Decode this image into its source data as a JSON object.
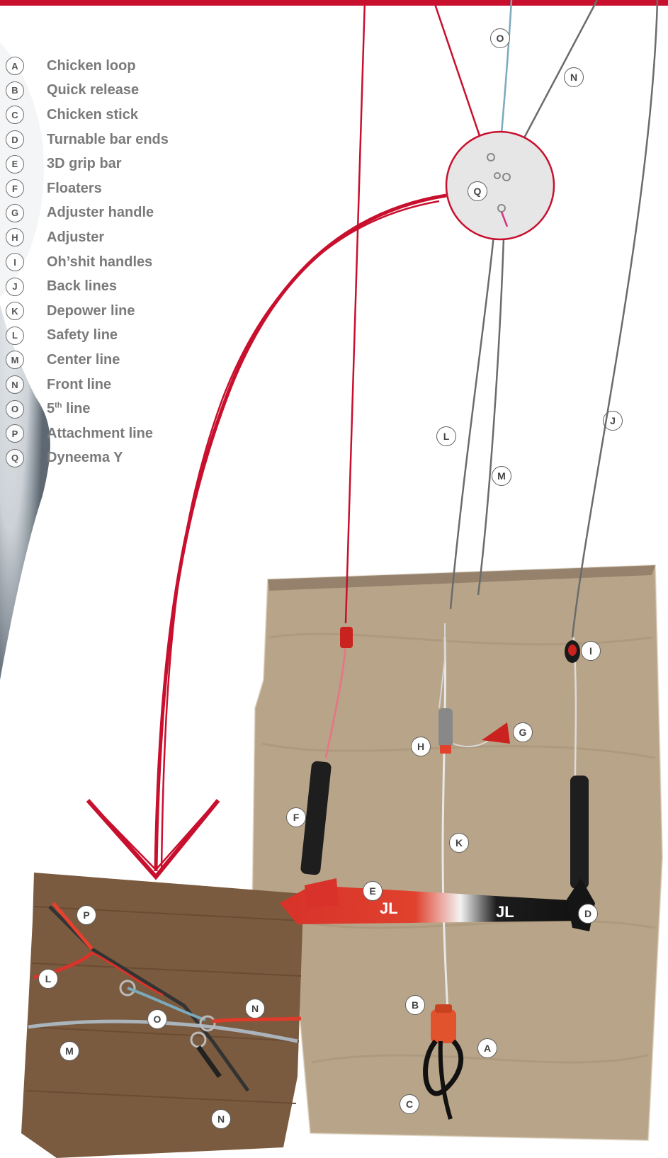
{
  "legend": [
    {
      "letter": "A",
      "label": "Chicken loop"
    },
    {
      "letter": "B",
      "label": "Quick release"
    },
    {
      "letter": "C",
      "label": "Chicken stick"
    },
    {
      "letter": "D",
      "label": "Turnable bar ends"
    },
    {
      "letter": "E",
      "label": "3D grip bar"
    },
    {
      "letter": "F",
      "label": "Floaters"
    },
    {
      "letter": "G",
      "label": "Adjuster handle"
    },
    {
      "letter": "H",
      "label": "Adjuster"
    },
    {
      "letter": "I",
      "label": "Oh’shit handles"
    },
    {
      "letter": "J",
      "label": "Back lines"
    },
    {
      "letter": "K",
      "label": "Depower line"
    },
    {
      "letter": "L",
      "label": "Safety line"
    },
    {
      "letter": "M",
      "label": "Center line"
    },
    {
      "letter": "N",
      "label": "Front line"
    },
    {
      "letter": "O",
      "label": "5",
      "sup": "th",
      "suffix": " line"
    },
    {
      "letter": "P",
      "label": "Attachment line"
    },
    {
      "letter": "Q",
      "label": "Dyneema Y"
    }
  ],
  "markers": {
    "O_top": "O",
    "N_top": "N",
    "Q_circle": "Q",
    "L_mid": "L",
    "M_mid": "M",
    "J_mid": "J",
    "I_bar": "I",
    "G_bar": "G",
    "H_bar": "H",
    "F_bar": "F",
    "K_bar": "K",
    "E_bar": "E",
    "D_bar": "D",
    "B_bar": "B",
    "A_bar": "A",
    "C_bar": "C",
    "P_inset": "P",
    "L_inset": "L",
    "O_inset": "O",
    "N_inset_top": "N",
    "M_inset": "M",
    "N_inset_bottom": "N"
  },
  "colors": {
    "brand_red": "#c8102e",
    "line_grey": "#6b6b6b",
    "fifth_line_blue": "#7aaabc",
    "sand": "#b9a58a",
    "wood": "#7a5a3e"
  }
}
